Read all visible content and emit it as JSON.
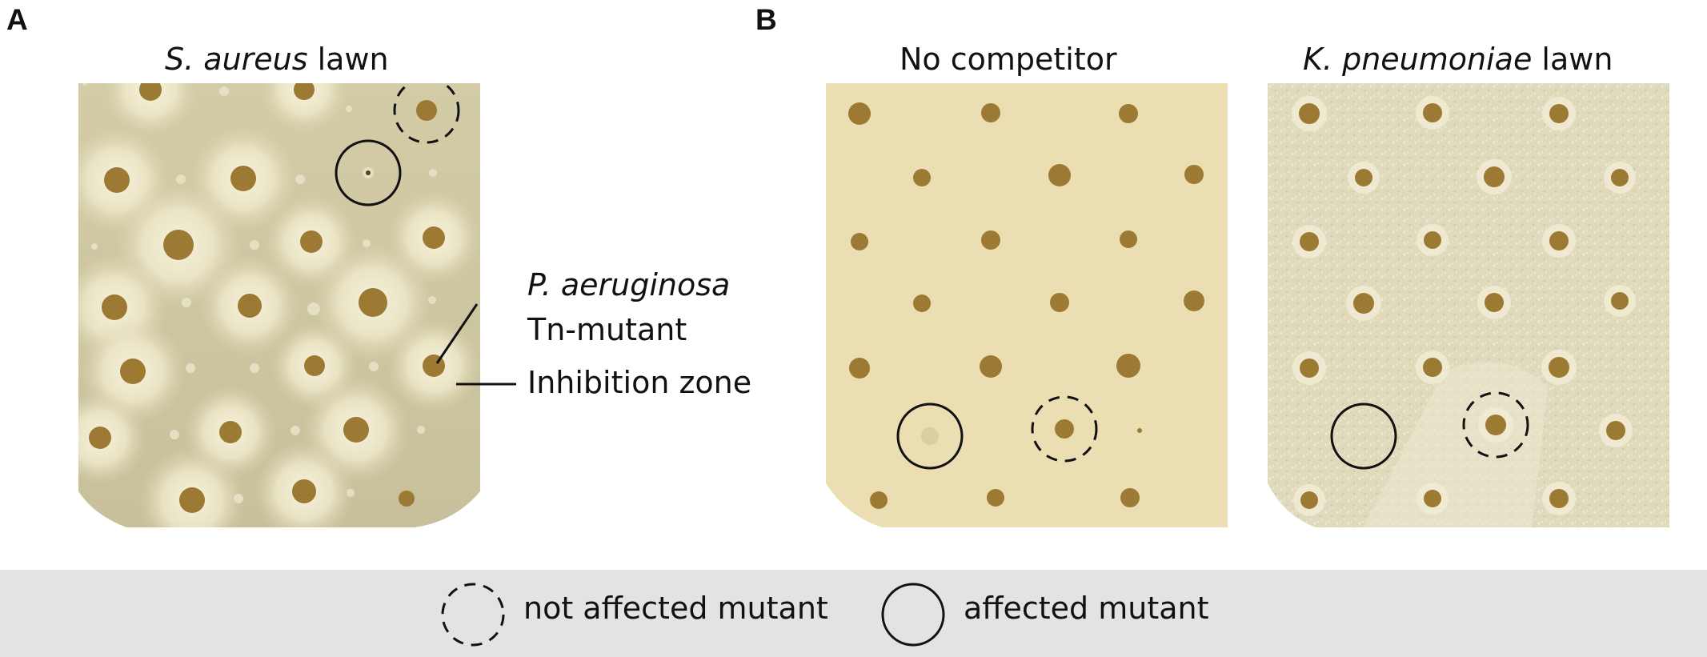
{
  "panels": {
    "a": {
      "letter": "A",
      "title_italic": "S. aureus",
      "title_rest": " lawn",
      "annotation_mutant_italic": "P. aeruginosa",
      "annotation_mutant_rest": "Tn-mutant",
      "annotation_zone": "Inhibition zone"
    },
    "b": {
      "letter": "B",
      "left_title": "No competitor",
      "right_title_italic": "K. pneumoniae",
      "right_title_rest": " lawn"
    }
  },
  "legend": {
    "dashed_label": "not affected mutant",
    "solid_label": "affected mutant"
  },
  "colors": {
    "plate_a_bg": "#cfc8a2",
    "plate_b_left_bg": "#ecdfb6",
    "plate_b_right_bg": "#e2dcc0",
    "colony": "#9c7a34",
    "halo": "#f3efd8",
    "legend_bg": "#e3e3e4"
  }
}
